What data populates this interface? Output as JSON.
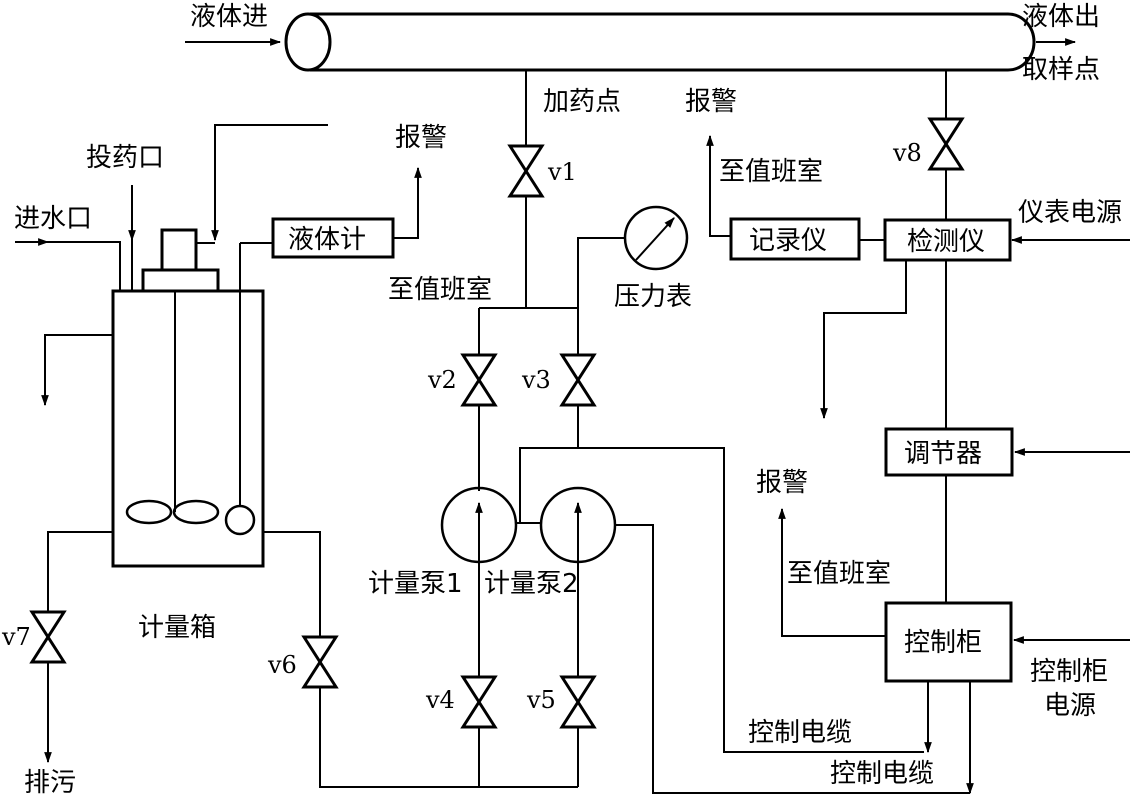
{
  "pipe": {
    "inlet": "液体进",
    "outlet": "液体出",
    "sampling": "取样点"
  },
  "dosing_point": "加药点",
  "devices": {
    "tank": "计量箱",
    "liquid_meter": "液体计",
    "pressure_gauge": "压力表",
    "pump1": "计量泵1",
    "pump2": "计量泵2",
    "recorder": "记录仪",
    "detector": "检测仪",
    "regulator": "调节器",
    "control_cabinet": "控制柜"
  },
  "labels": {
    "dosing_inlet": "投药口",
    "water_inlet": "进水口",
    "drain": "排污",
    "alarm": "报警",
    "to_duty_room": "至值班室",
    "instrument_power": "仪表电源",
    "cabinet_power_line1": "控制柜",
    "cabinet_power_line2": "电源",
    "control_cable": "控制电缆"
  },
  "valves": {
    "v1": "v1",
    "v2": "v2",
    "v3": "v3",
    "v4": "v4",
    "v5": "v5",
    "v6": "v6",
    "v7": "v7",
    "v8": "v8"
  }
}
